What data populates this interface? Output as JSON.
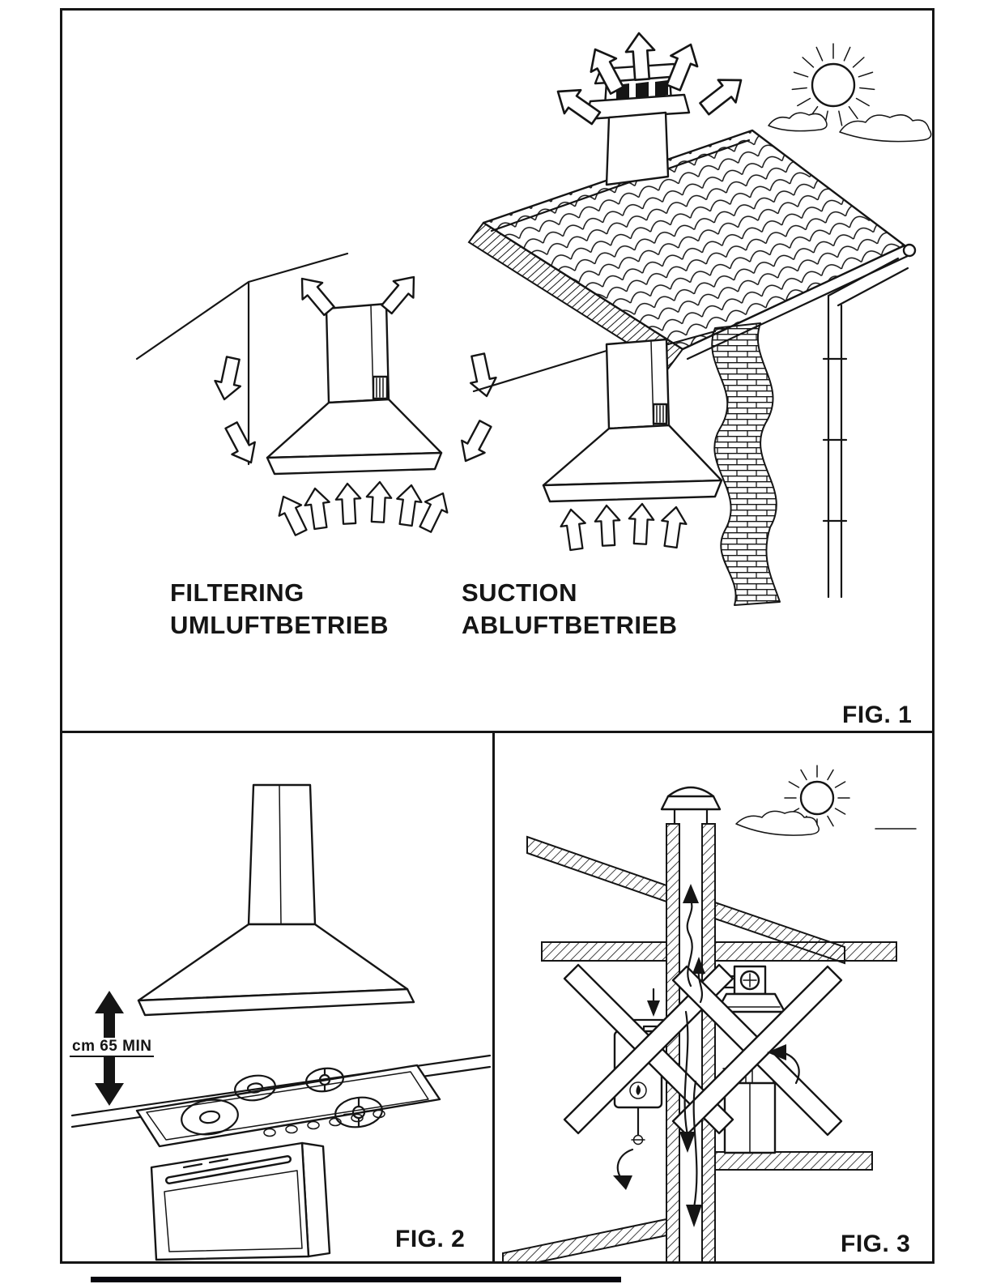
{
  "colors": {
    "ink": "#151515",
    "paper": "#ffffff"
  },
  "fig1": {
    "caption": "FIG. 1",
    "filtering": {
      "line1": "FILTERING",
      "line2": "UMLUFTBETRIEB"
    },
    "suction": {
      "line1": "SUCTION",
      "line2": "ABLUFTBETRIEB"
    }
  },
  "fig2": {
    "caption": "FIG. 2",
    "min_distance_label": "cm 65 MIN"
  },
  "fig3": {
    "caption": "FIG. 3"
  },
  "illustrations": {
    "fig1": "recirculating hood (filtering) and ducted hood venting through roof chimney with sun",
    "fig2": "wall hood above cooker with minimum 65 cm distance arrow",
    "fig3": "shared chimney flue with boiler and hood connections crossed out (forbidden)"
  }
}
